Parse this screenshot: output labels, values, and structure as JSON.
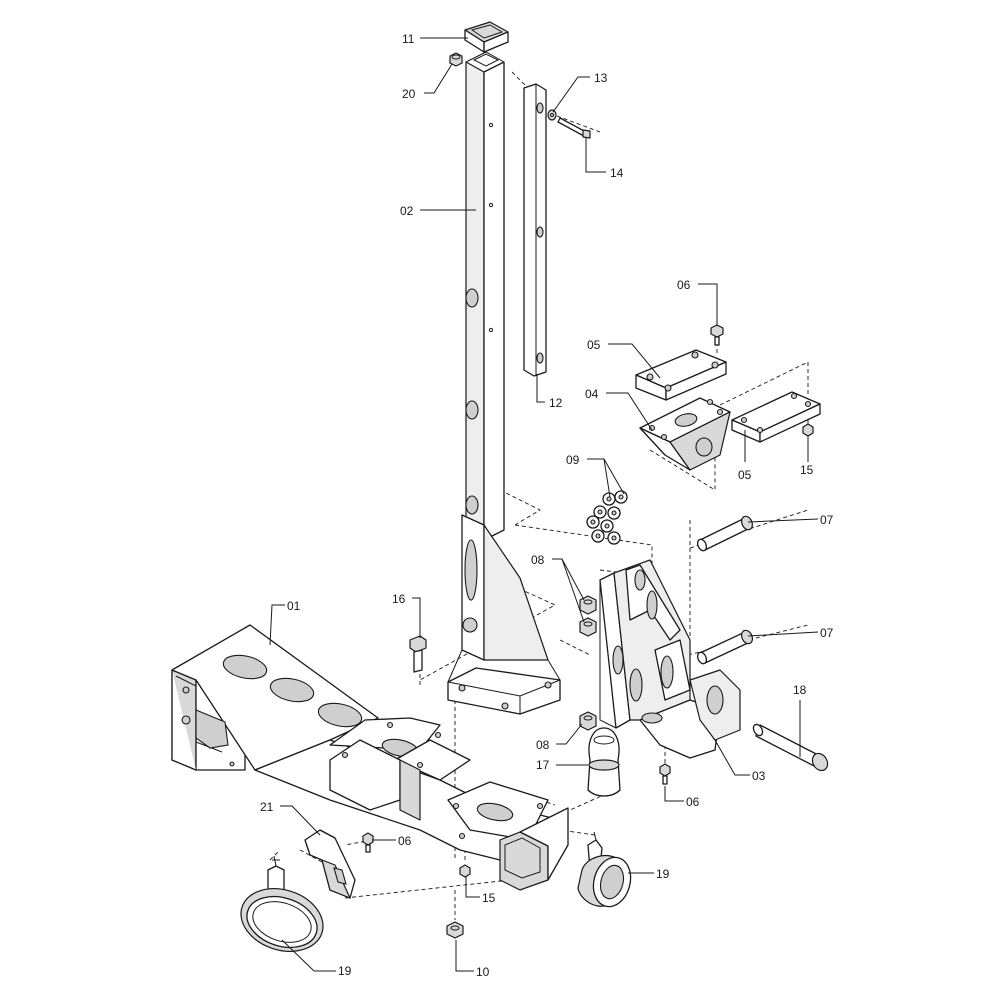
{
  "callouts": [
    {
      "id": "11",
      "text": "11"
    },
    {
      "id": "20",
      "text": "20"
    },
    {
      "id": "13",
      "text": "13"
    },
    {
      "id": "14",
      "text": "14"
    },
    {
      "id": "02",
      "text": "02"
    },
    {
      "id": "12",
      "text": "12"
    },
    {
      "id": "06a",
      "text": "06"
    },
    {
      "id": "05a",
      "text": "05"
    },
    {
      "id": "04",
      "text": "04"
    },
    {
      "id": "05b",
      "text": "05"
    },
    {
      "id": "15a",
      "text": "15"
    },
    {
      "id": "09",
      "text": "09"
    },
    {
      "id": "07a",
      "text": "07"
    },
    {
      "id": "08a",
      "text": "08"
    },
    {
      "id": "16",
      "text": "16"
    },
    {
      "id": "01",
      "text": "01"
    },
    {
      "id": "07b",
      "text": "07"
    },
    {
      "id": "18",
      "text": "18"
    },
    {
      "id": "08b",
      "text": "08"
    },
    {
      "id": "17",
      "text": "17"
    },
    {
      "id": "03",
      "text": "03"
    },
    {
      "id": "06b",
      "text": "06"
    },
    {
      "id": "21",
      "text": "21"
    },
    {
      "id": "06c",
      "text": "06"
    },
    {
      "id": "19a",
      "text": "19"
    },
    {
      "id": "15b",
      "text": "15"
    },
    {
      "id": "19b",
      "text": "19"
    },
    {
      "id": "10",
      "text": "10"
    }
  ]
}
